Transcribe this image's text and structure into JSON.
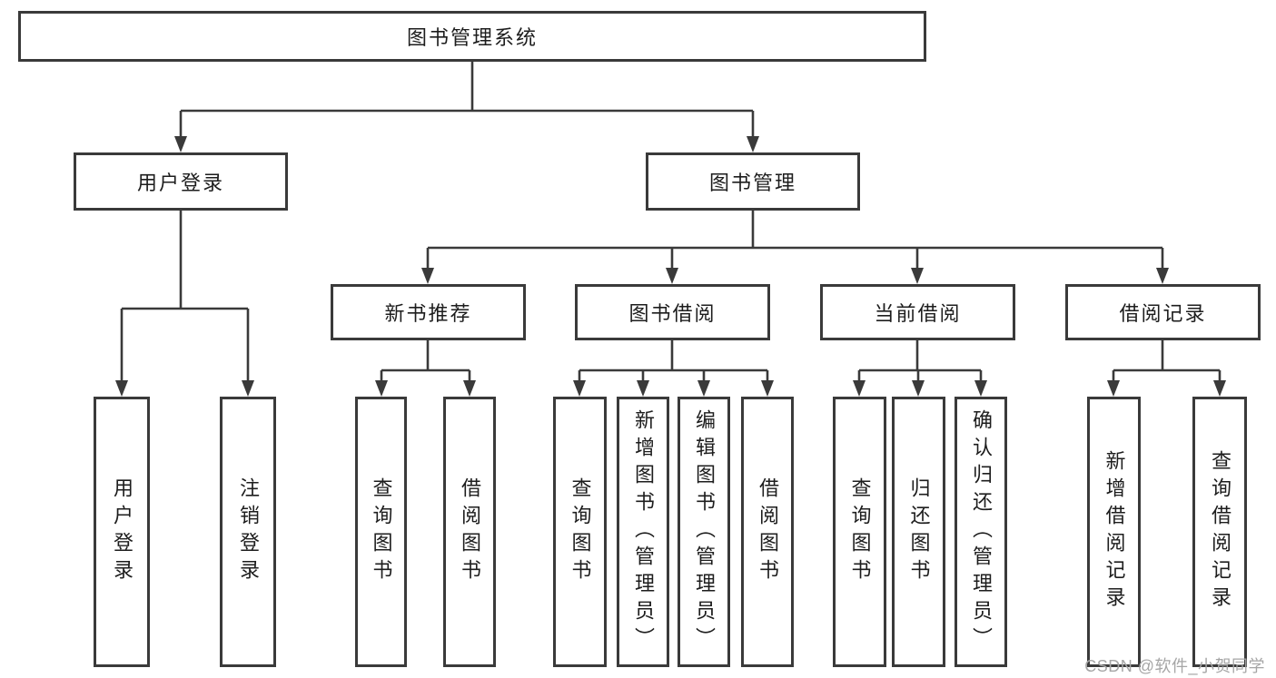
{
  "nodes": {
    "root": {
      "label": "图书管理系统"
    },
    "branches": [
      {
        "id": "user-login",
        "label": "用户登录"
      },
      {
        "id": "book-mgmt",
        "label": "图书管理"
      }
    ],
    "modules": [
      {
        "id": "new-book-rec",
        "label": "新书推荐"
      },
      {
        "id": "book-borrow",
        "label": "图书借阅"
      },
      {
        "id": "current-borrow",
        "label": "当前借阅"
      },
      {
        "id": "borrow-records",
        "label": "借阅记录"
      }
    ],
    "leaves": {
      "user_login": [
        "用户登录",
        "注销登录"
      ],
      "new_book_rec": [
        "查询图书",
        "借阅图书"
      ],
      "book_borrow": [
        "查询图书",
        "新增图书（管理员）",
        "编辑图书（管理员）",
        "借阅图书"
      ],
      "current_borrow": [
        "查询图书",
        "归还图书",
        "确认归还（管理员）"
      ],
      "borrow_records": [
        "新增借阅记录",
        "查询借阅记录"
      ]
    }
  },
  "watermark": "CSDN @软件_小贺同学",
  "colors": {
    "line": "#3a3a3a",
    "text": "#1d1d1d",
    "bg": "#ffffff",
    "watermark": "#a6a6a6"
  }
}
